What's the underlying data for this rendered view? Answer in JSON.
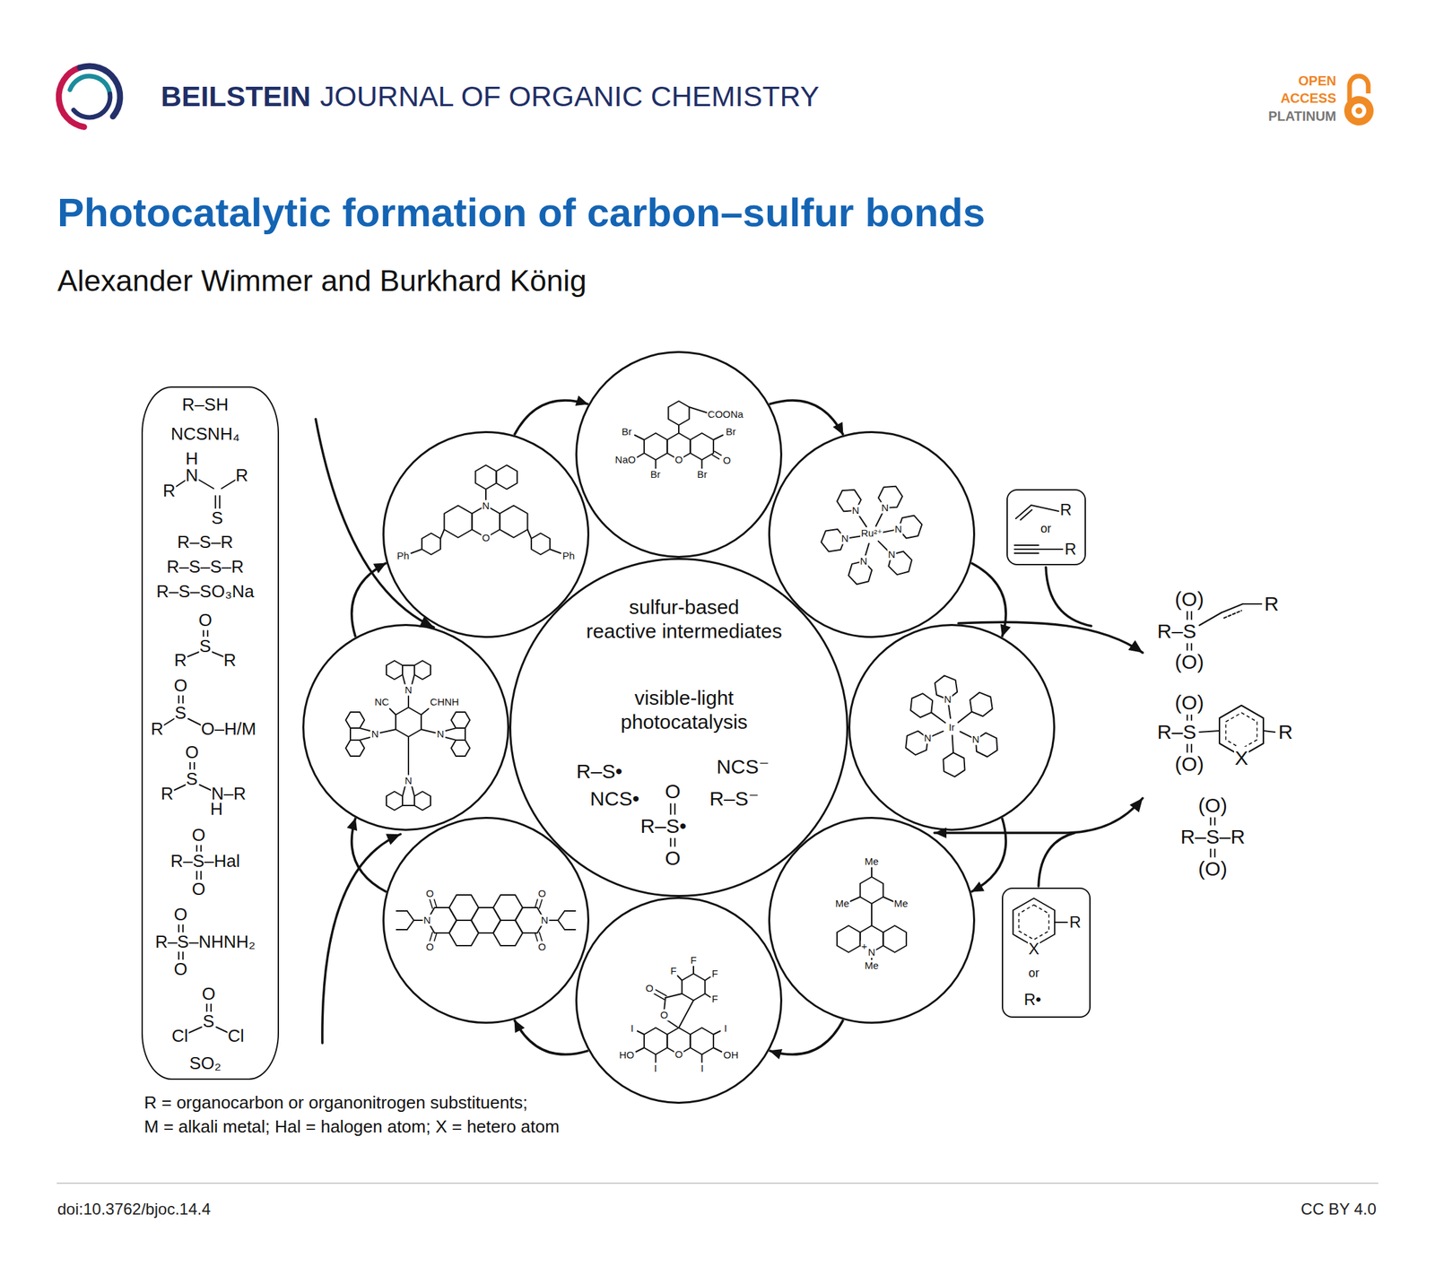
{
  "diagram": {
    "title": "Photocatalytic formation of carbon–sulfur bonds",
    "nodes": [
      {
        "text": [
          "R–SH",
          "NCSNH₄",
          "H",
          "N",
          "R",
          "R",
          "S",
          "R–S–R",
          "R–S–S–R",
          "R–S–SO₃Na",
          "O",
          "S",
          "R",
          "R",
          "O",
          "S",
          "R",
          "O–H/M",
          "O",
          "S",
          "R",
          "N–R",
          "H",
          "O",
          "R–S–Hal",
          "O",
          "O",
          "R–S–NHNH₂",
          "O",
          "O",
          "S",
          "Cl",
          "Cl",
          "SO₂"
        ]
      },
      {
        "text": [
          "sulfur-based reactive intermediates",
          "visible-light photocatalysis",
          "R–S•",
          "NCS•",
          "NCS⁻",
          "R–S⁻",
          "O",
          "R–S•",
          "O"
        ]
      },
      {
        "text": [
          "N",
          "O",
          "Ph",
          "Ph"
        ]
      },
      {
        "text": [
          "COONa",
          "Br",
          "Br",
          "NaO",
          "O",
          "O",
          "Br",
          "Br"
        ]
      },
      {
        "text": [
          "Ru²⁺",
          "N",
          "N",
          "N",
          "N",
          "N",
          "N"
        ]
      },
      {
        "text": [
          "Ir",
          "N",
          "N",
          "N"
        ]
      },
      {
        "text": [
          "Me",
          "Me",
          "Me",
          "+",
          "N",
          "Me"
        ]
      },
      {
        "text": [
          "F",
          "F",
          "F",
          "F",
          "O",
          "O",
          "I",
          "I",
          "HO",
          "O",
          "OH",
          "I",
          "I"
        ]
      },
      {
        "text": [
          "O",
          "O",
          "N",
          "N",
          "O",
          "O"
        ]
      },
      {
        "text": [
          "N",
          "NC",
          "CHNH",
          "N",
          "N",
          "N"
        ]
      },
      {
        "text": [
          "R",
          "or",
          "R"
        ]
      },
      {
        "text": [
          "R",
          "X",
          "or",
          "R•"
        ]
      }
    ],
    "edges": [
      {
        "from": 9,
        "to": 2,
        "arrow": "to"
      },
      {
        "from": 2,
        "to": 3,
        "arrow": "to"
      },
      {
        "from": 3,
        "to": 4,
        "arrow": "to"
      },
      {
        "from": 4,
        "to": 5,
        "arrow": "to"
      },
      {
        "from": 5,
        "to": 6,
        "arrow": "to"
      },
      {
        "from": 6,
        "to": 7,
        "arrow": "to"
      },
      {
        "from": 7,
        "to": 8,
        "arrow": "to"
      },
      {
        "from": 8,
        "to": 9,
        "arrow": "to"
      }
    ],
    "labels": [
      "BEILSTEIN",
      "JOURNAL OF ORGANIC CHEMISTRY",
      "OPEN",
      "ACCESS",
      "PLATINUM",
      "Alexander Wimmer and Burkhard König",
      "(O)",
      "R–S",
      "(O)",
      "R",
      "(O)",
      "R–S",
      "(O)",
      "X",
      "R",
      "(O)",
      "R–S–R",
      "(O)",
      "R = organocarbon or organonitrogen substituents; M = alkali metal; Hal = halogen atom; X = hetero atom",
      "doi:10.3762/bjoc.14.4",
      "CC BY 4.0"
    ]
  }
}
